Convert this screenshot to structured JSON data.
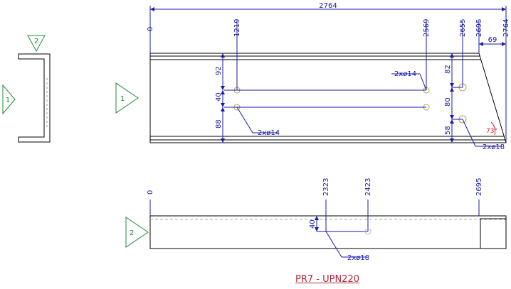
{
  "title": "PR7 - UPN220",
  "colors": {
    "dimension": "#1a1aa8",
    "outline": "#000000",
    "marker": "#1f8a3a",
    "angle": "#cc1a2a",
    "title": "#b02a3a"
  },
  "markers": {
    "section": "2",
    "side_left": "1",
    "side_main": "1",
    "side_bottom": "2"
  },
  "top_view": {
    "total_length": "2764",
    "offset_end": "69",
    "angle": "73°",
    "x_dims": [
      "0",
      "1219",
      "2569",
      "2655",
      "2695",
      "2764"
    ],
    "y_dims_left": [
      "92",
      "40",
      "88"
    ],
    "y_dims_right": [
      "82",
      "80",
      "58"
    ],
    "hole_labels": [
      "2xø14",
      "2xø14",
      "2xø18"
    ]
  },
  "bottom_view": {
    "x_dims": [
      "0",
      "2323",
      "2423",
      "2695"
    ],
    "y_dim": "40",
    "hole_label": "2xø18"
  }
}
